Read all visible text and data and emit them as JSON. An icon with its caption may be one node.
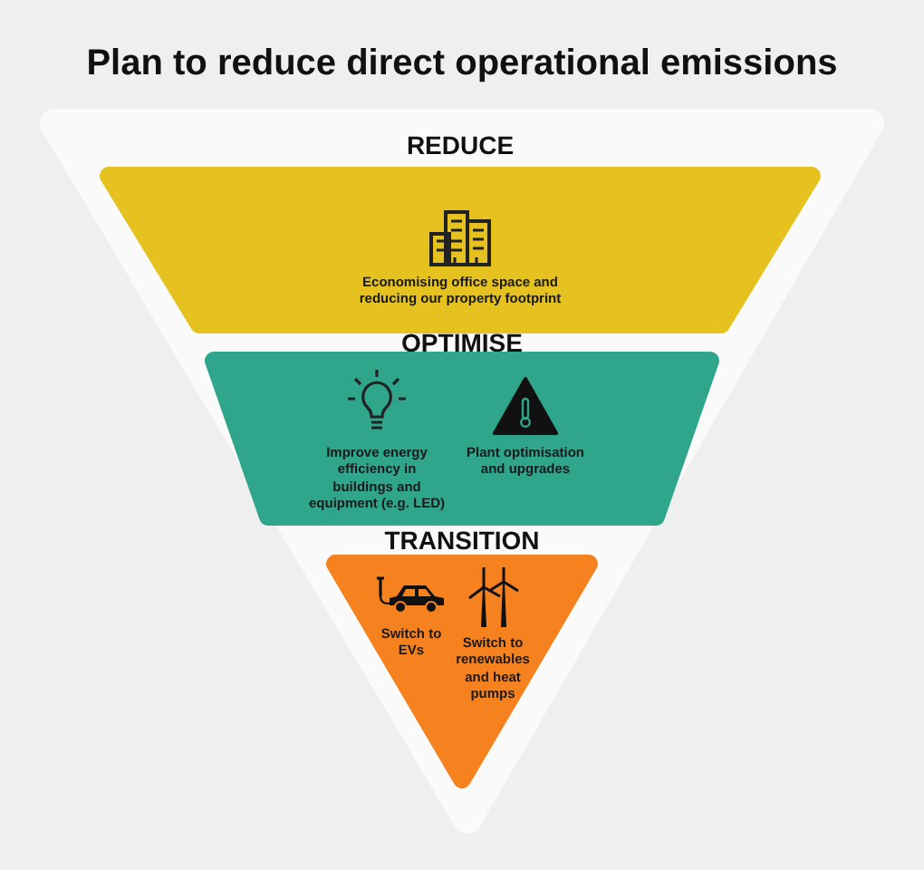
{
  "diagram": {
    "title": "Plan to reduce direct operational emissions",
    "nodes": [
      {
        "text": [
          "REDUCE",
          "Economising office space and reducing our property footprint"
        ]
      },
      {
        "text": [
          "OPTIMISE",
          "Improve energy efficiency in buildings and equipment (e.g. LED)",
          "Plant optimisation and upgrades"
        ]
      },
      {
        "text": [
          "TRANSITION",
          "Switch to EVs",
          "Switch to renewables and heat pumps"
        ]
      }
    ]
  }
}
